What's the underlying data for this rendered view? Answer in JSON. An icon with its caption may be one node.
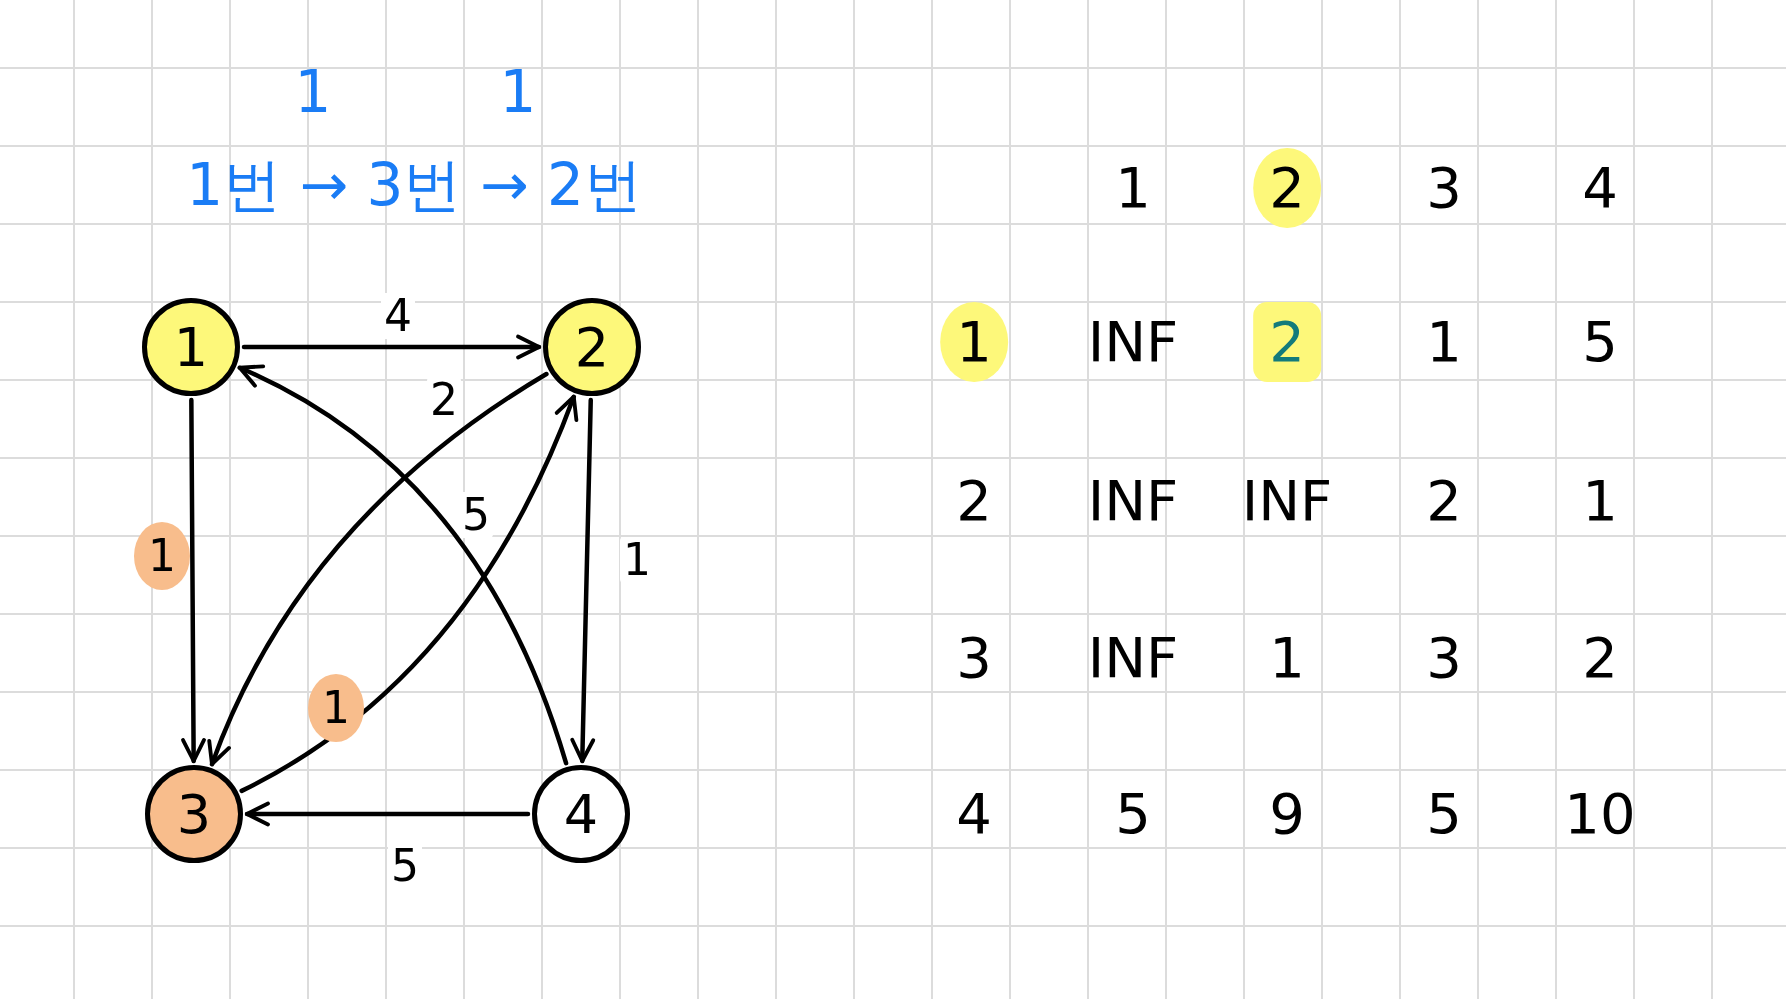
{
  "diagram": {
    "nodes": [
      {
        "text": [
          "1"
        ]
      },
      {
        "text": [
          "2"
        ]
      },
      {
        "text": [
          "3"
        ]
      },
      {
        "text": [
          "4"
        ]
      }
    ],
    "edges": [
      {
        "from": 0,
        "to": 1,
        "arrow": "to",
        "label": "4"
      },
      {
        "from": 0,
        "to": 2,
        "arrow": "to",
        "label": "1"
      },
      {
        "from": 1,
        "to": 2,
        "arrow": "to",
        "label": "2"
      },
      {
        "from": 2,
        "to": 1,
        "arrow": "to",
        "label": "1"
      },
      {
        "from": 1,
        "to": 3,
        "arrow": "to",
        "label": "1"
      },
      {
        "from": 3,
        "to": 0,
        "arrow": "to",
        "label": "5"
      },
      {
        "from": 3,
        "to": 2,
        "arrow": "to",
        "label": "5"
      }
    ],
    "labels": [
      "1",
      "1",
      "1번 → 3번 → 2번",
      "1",
      "2",
      "3",
      "4",
      "1",
      "INF",
      "2",
      "1",
      "5",
      "2",
      "INF",
      "INF",
      "2",
      "1",
      "3",
      "INF",
      "1",
      "3",
      "2",
      "4",
      "5",
      "9",
      "5",
      "10"
    ]
  }
}
